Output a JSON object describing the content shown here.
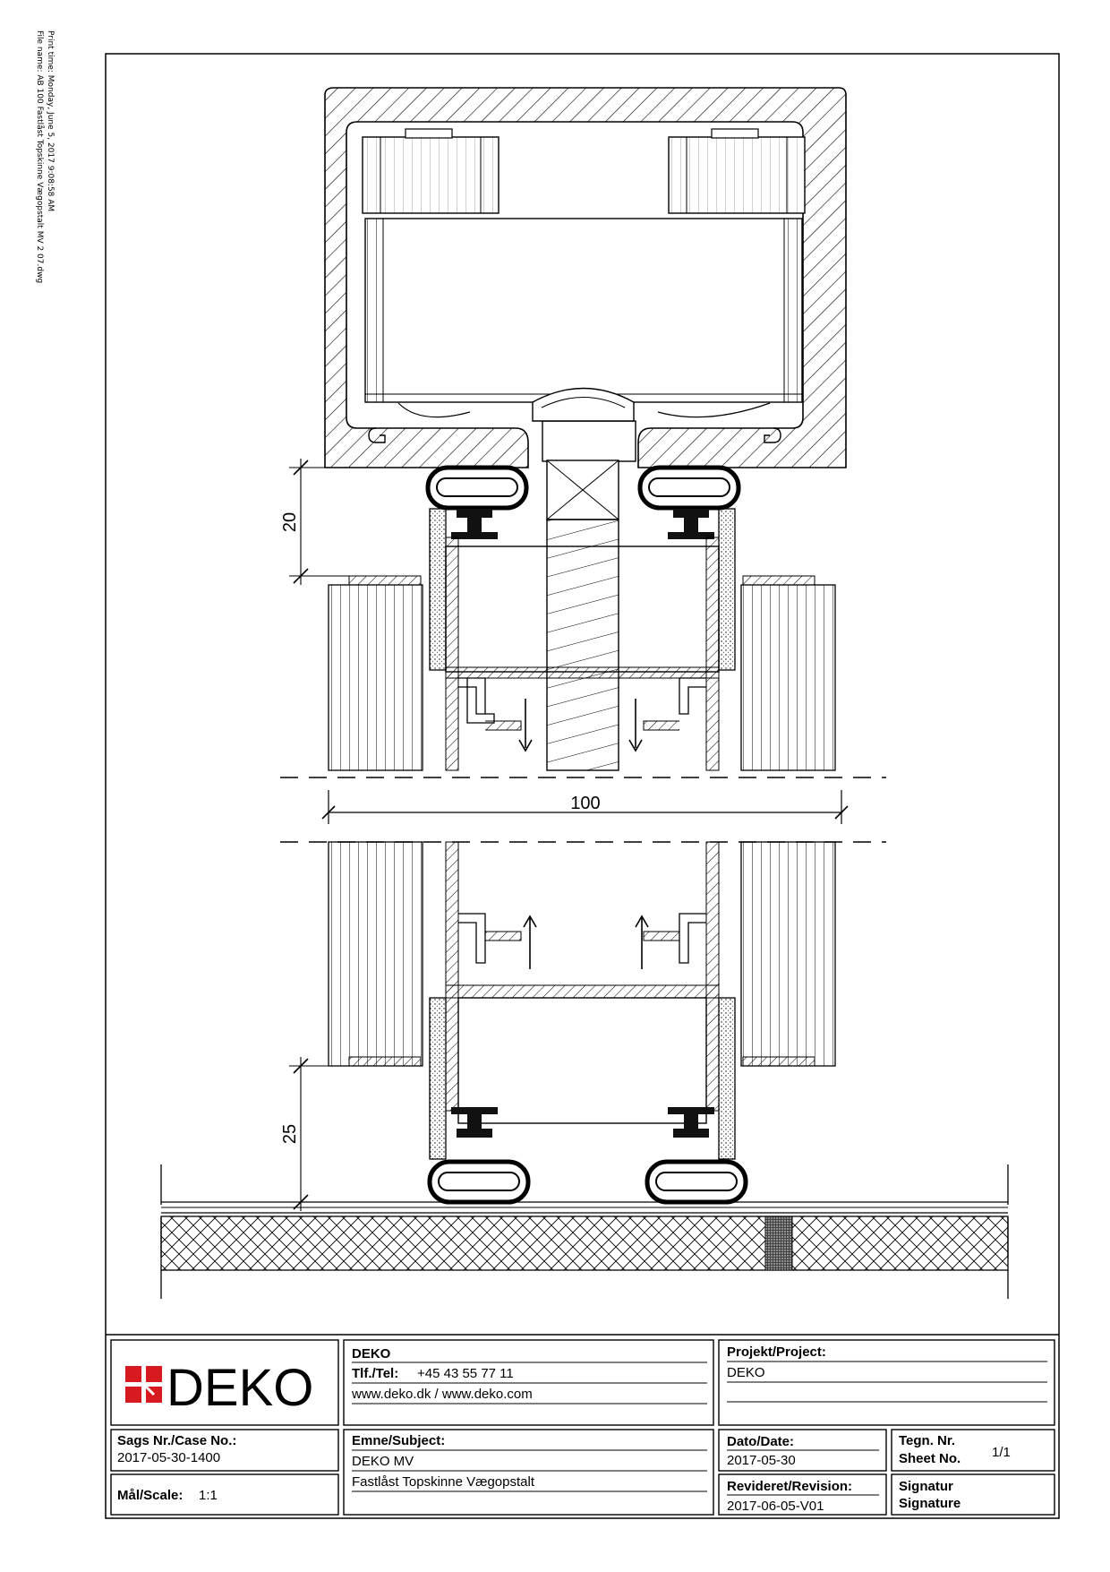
{
  "print_info": {
    "print_time": "Print time: Monday, June 5, 2017 9:08:58 AM",
    "file_name": "File name: AB 100 Fastlåst Topskinne Vægopstalt MV 2 07.dwg"
  },
  "drawing": {
    "dim_top": "20",
    "dim_width": "100",
    "dim_bottom": "25"
  },
  "title_block": {
    "logo_text": "DEKO",
    "company": {
      "name": "DEKO",
      "phone_label": "Tlf./Tel:",
      "phone": "+45 43 55 77 11",
      "web": "www.deko.dk / www.deko.com"
    },
    "project": {
      "label": "Projekt/Project:",
      "value": "DEKO"
    },
    "case": {
      "label": "Sags Nr./Case No.:",
      "value": "2017-05-30-1400"
    },
    "scale": {
      "label": "Mål/Scale:",
      "value": "1:1"
    },
    "subject": {
      "label": "Emne/Subject:",
      "line1": "DEKO MV",
      "line2": "Fastlåst Topskinne Vægopstalt"
    },
    "date": {
      "label": "Dato/Date:",
      "value": "2017-05-30"
    },
    "revision": {
      "label": "Revideret/Revision:",
      "value": "2017-06-05-V01"
    },
    "sheet": {
      "label1": "Tegn. Nr.",
      "label2": "Sheet No.",
      "value": "1/1"
    },
    "signature": {
      "label1": "Signatur",
      "label2": "Signature"
    }
  }
}
